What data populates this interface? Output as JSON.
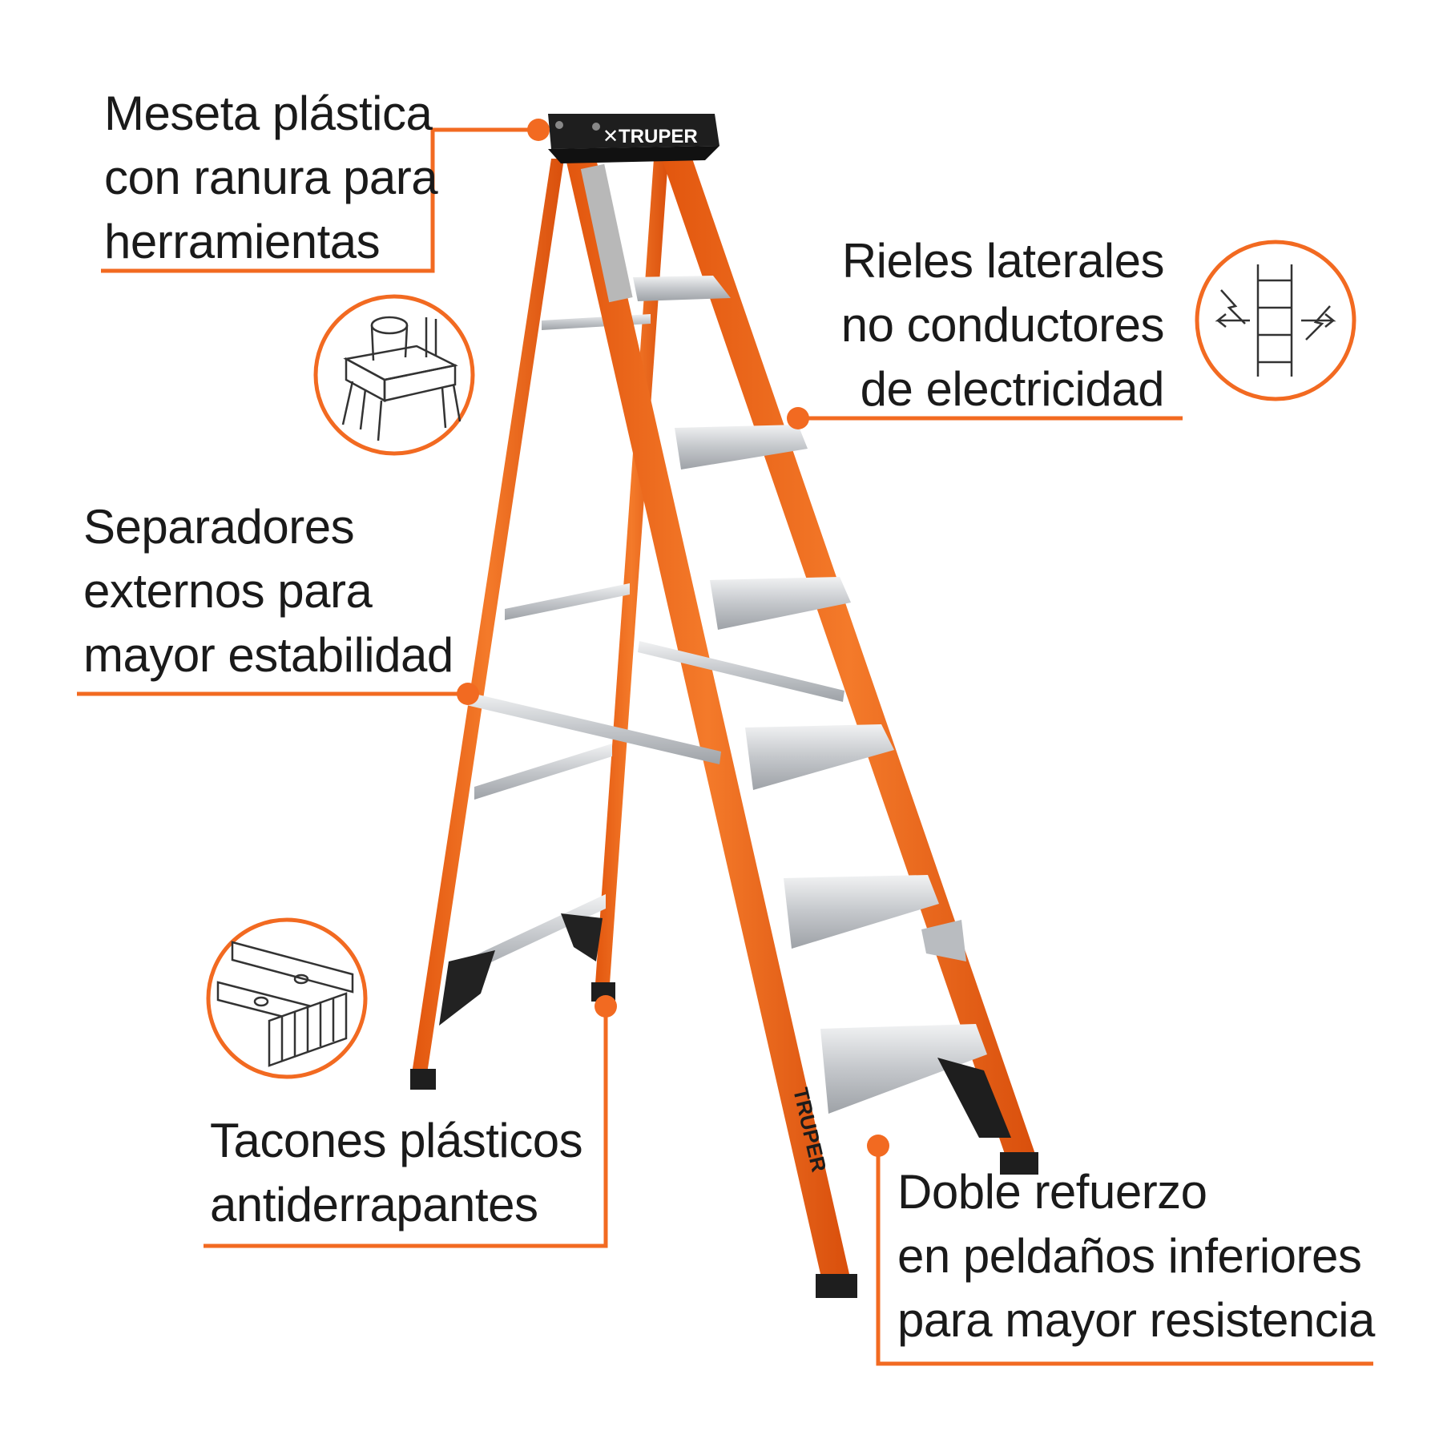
{
  "brand": {
    "name": "TRUPER",
    "accent_color": "#f26a21",
    "rail_color": "#f36b1c",
    "step_color": "#c9ccd0"
  },
  "callouts": {
    "top_cap": {
      "lines": [
        "Meseta plástica",
        "con ranura para",
        "herramientas"
      ],
      "icon": "tool-tray-icon"
    },
    "rails": {
      "lines": [
        "Rieles laterales",
        "no conductores",
        "de electricidad"
      ],
      "icon": "non-conductive-ladder-icon"
    },
    "spreaders": {
      "lines": [
        "Separadores",
        "externos para",
        "mayor estabilidad"
      ]
    },
    "feet": {
      "lines": [
        "Tacones plásticos",
        "antiderrapantes"
      ],
      "icon": "anti-slip-foot-icon"
    },
    "reinforcement": {
      "lines": [
        "Doble refuerzo",
        "en peldaños inferiores",
        "para mayor resistencia"
      ]
    }
  }
}
